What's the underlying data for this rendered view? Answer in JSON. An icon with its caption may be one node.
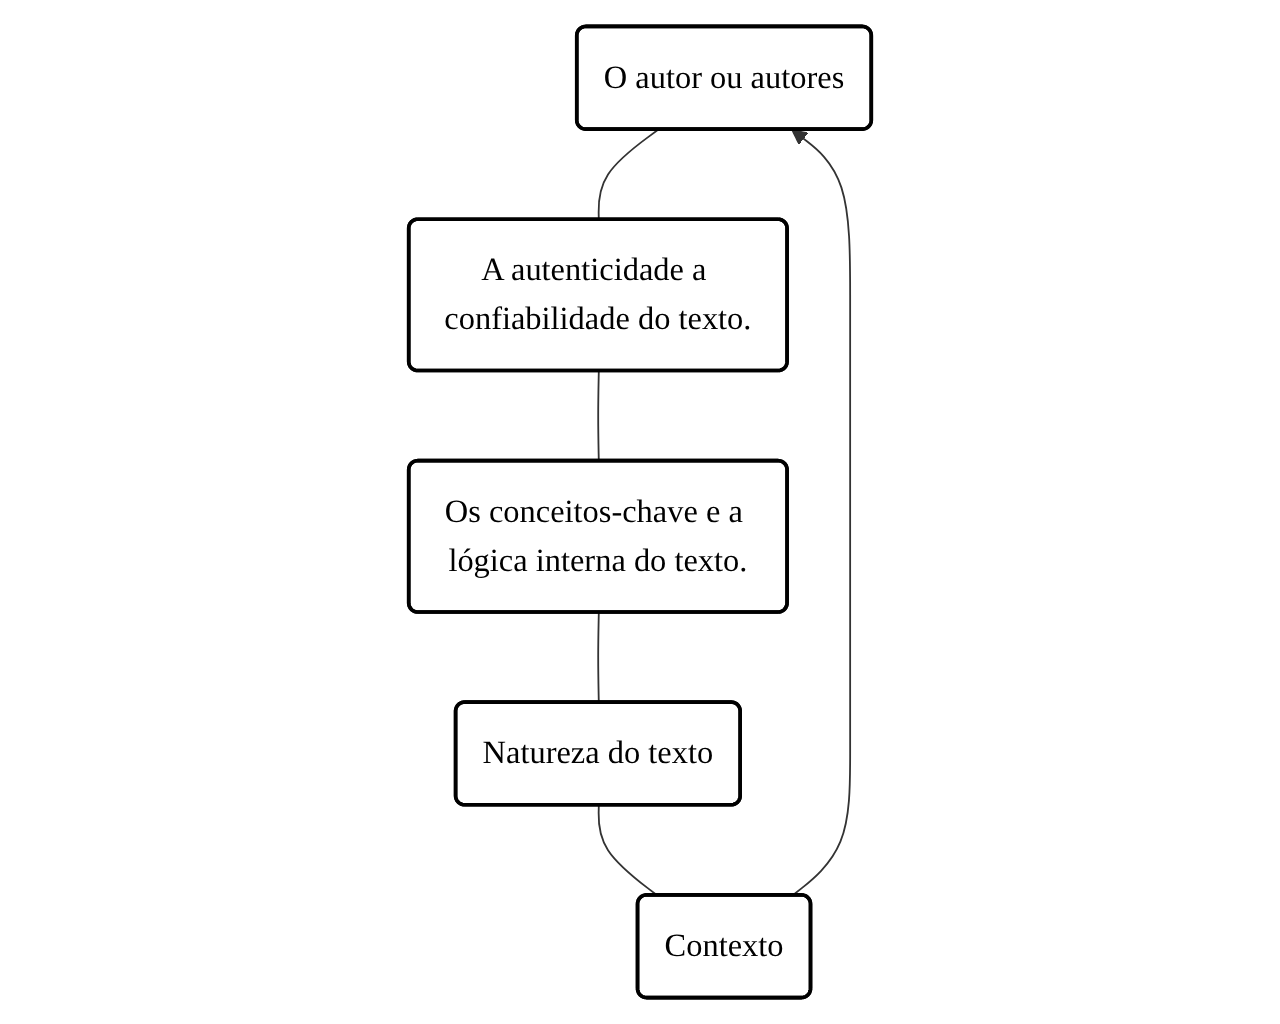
{
  "diagram": {
    "nodes": [
      {
        "text": [
          "O autor ou autores"
        ]
      },
      {
        "text": [
          "A autenticidade a confiabilidade do texto."
        ]
      },
      {
        "text": [
          "Os conceitos-chave e a lógica interna do texto."
        ]
      },
      {
        "text": [
          "Natureza do texto"
        ]
      },
      {
        "text": [
          "Contexto"
        ]
      }
    ],
    "edges": [
      {
        "from": 0,
        "to": 1,
        "arrow": "none"
      },
      {
        "from": 1,
        "to": 2,
        "arrow": "none"
      },
      {
        "from": 2,
        "to": 3,
        "arrow": "none"
      },
      {
        "from": 3,
        "to": 4,
        "arrow": "none"
      },
      {
        "from": 4,
        "to": 0,
        "arrow": "to"
      }
    ]
  }
}
